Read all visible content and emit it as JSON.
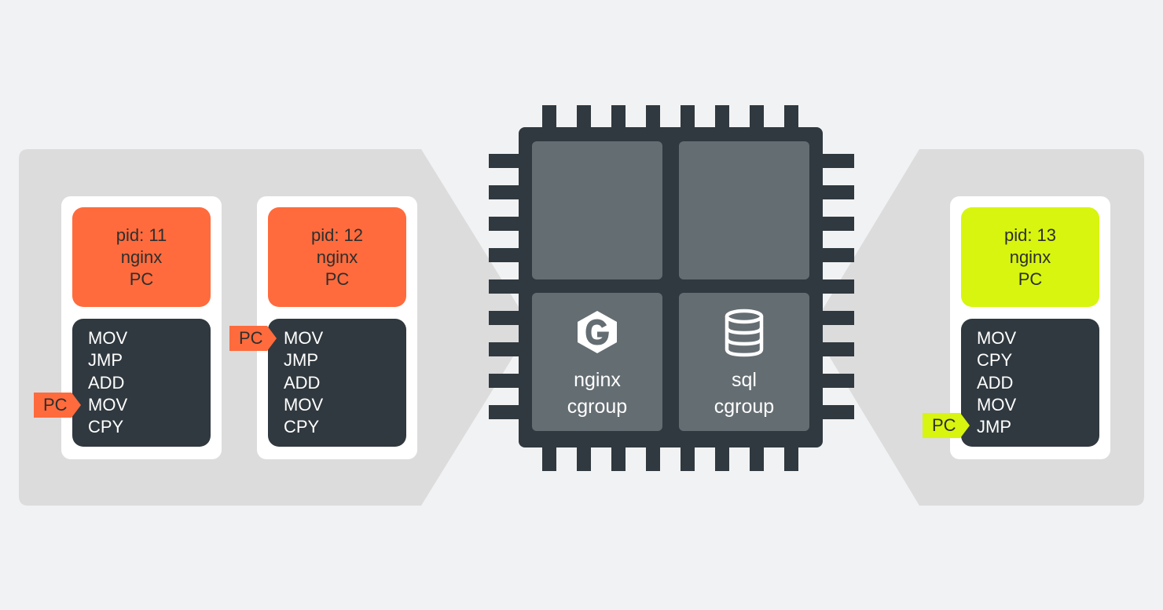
{
  "left_group": {
    "processes": [
      {
        "pid": "pid: 11",
        "name": "nginx",
        "pc": "PC",
        "instructions": [
          "MOV",
          "JMP",
          "ADD",
          "MOV",
          "CPY"
        ],
        "pc_marker": "PC",
        "pc_index": 3,
        "color": "#ff6b3d"
      },
      {
        "pid": "pid: 12",
        "name": "nginx",
        "pc": "PC",
        "instructions": [
          "MOV",
          "JMP",
          "ADD",
          "MOV",
          "CPY"
        ],
        "pc_marker": "PC",
        "pc_index": 0,
        "color": "#ff6b3d"
      }
    ]
  },
  "right_group": {
    "processes": [
      {
        "pid": "pid: 13",
        "name": "nginx",
        "pc": "PC",
        "instructions": [
          "MOV",
          "CPY",
          "ADD",
          "MOV",
          "JMP"
        ],
        "pc_marker": "PC",
        "pc_index": 4,
        "color": "#d7f50f"
      }
    ]
  },
  "cpu": {
    "cores": [
      {
        "label_1": "",
        "label_2": "",
        "icon": ""
      },
      {
        "label_1": "",
        "label_2": "",
        "icon": ""
      },
      {
        "label_1": "nginx",
        "label_2": "cgroup",
        "icon": "nginx-logo-icon"
      },
      {
        "label_1": "sql",
        "label_2": "cgroup",
        "icon": "database-icon"
      }
    ],
    "chip_color": "#30393f",
    "core_color": "#646d72"
  },
  "colors": {
    "background": "#f1f2f3",
    "group_panel": "#dcdcdd",
    "accent_orange": "#ff6b3d",
    "accent_lime": "#d7f50f",
    "instruction_panel": "#30393f"
  }
}
